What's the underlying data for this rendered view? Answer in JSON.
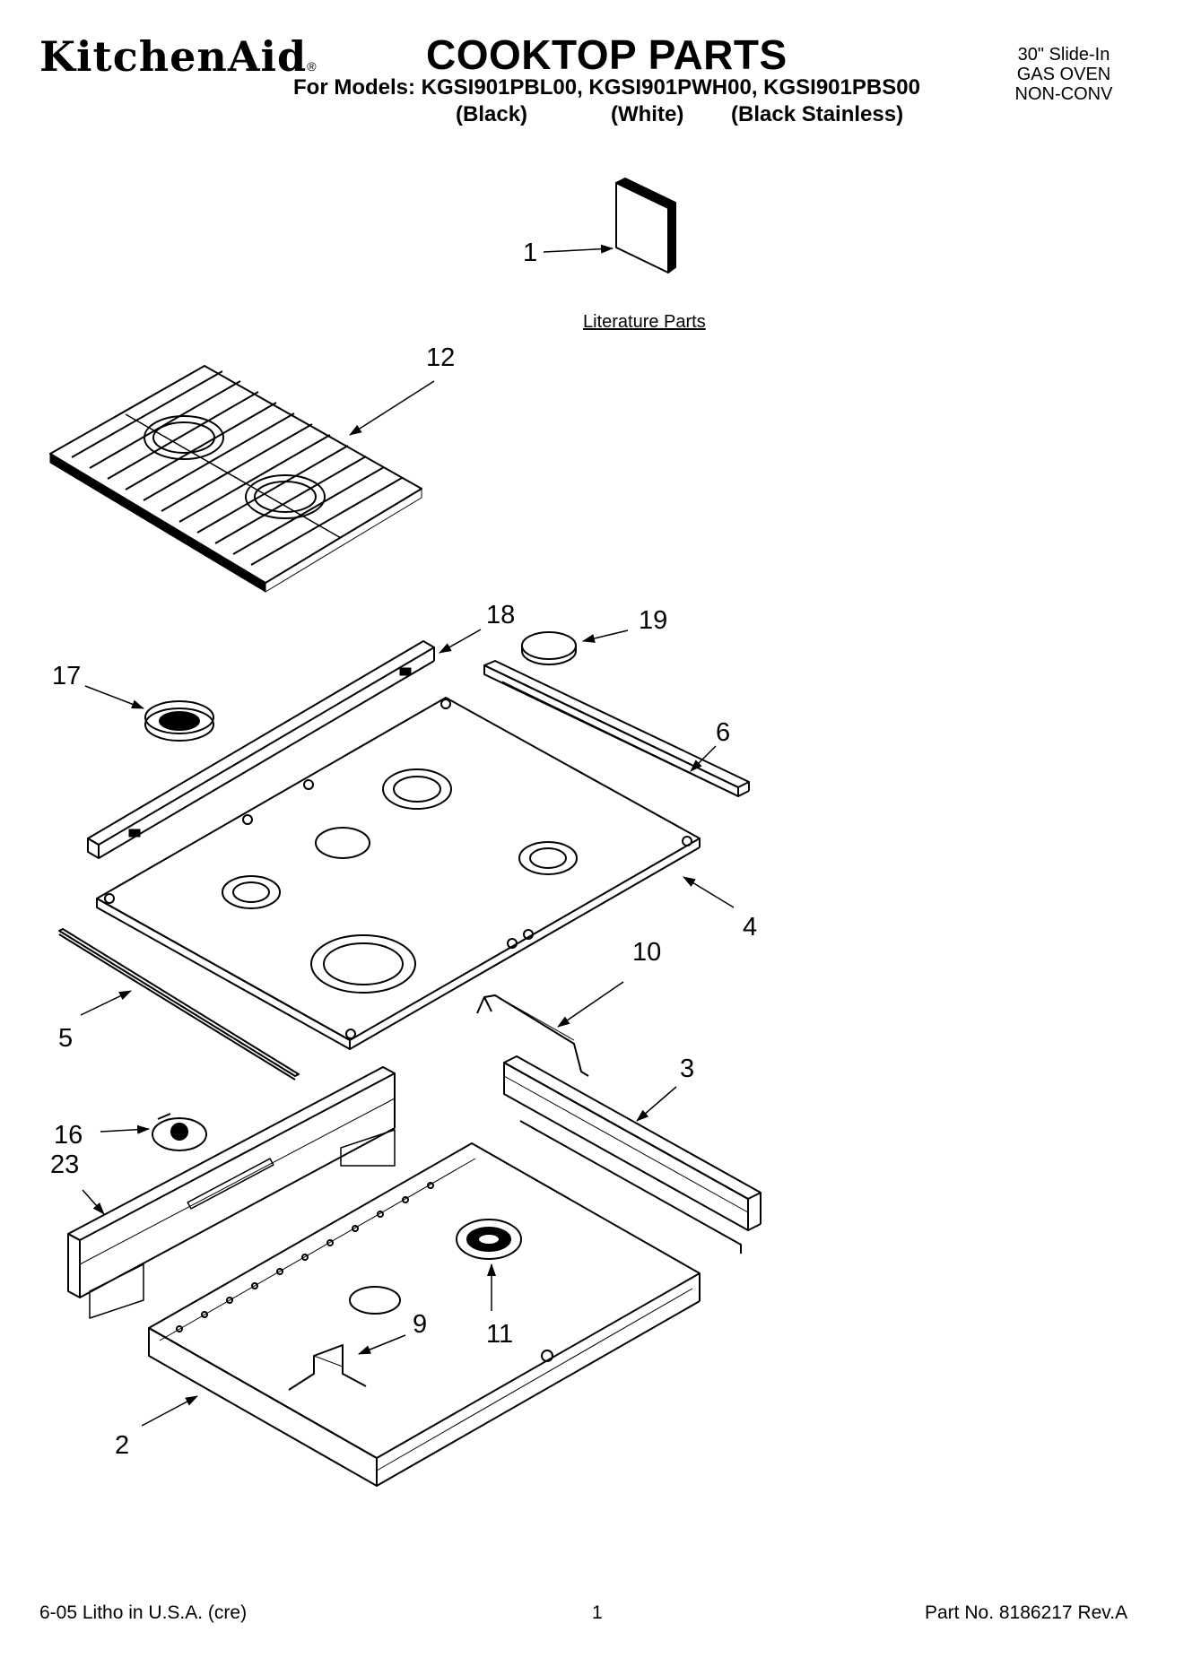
{
  "header": {
    "brand": "KitchenAid",
    "brand_mark": "®",
    "title": "COOKTOP PARTS",
    "models_line": "For Models: KGSI901PBL00, KGSI901PWH00, KGSI901PBS00",
    "colors": [
      "(Black)",
      "(White)",
      "(Black Stainless)"
    ],
    "oven_type": [
      "30\" Slide-In",
      "GAS OVEN",
      "NON-CONV"
    ]
  },
  "diagram": {
    "literature_label": "Literature Parts",
    "callouts": [
      "1",
      "12",
      "18",
      "19",
      "17",
      "6",
      "4",
      "10",
      "5",
      "3",
      "16",
      "23",
      "9",
      "11",
      "2"
    ]
  },
  "footer": {
    "litho": "6-05 Litho in U.S.A. (cre)",
    "page": "1",
    "part_no": "Part No. 8186217 Rev.A"
  }
}
